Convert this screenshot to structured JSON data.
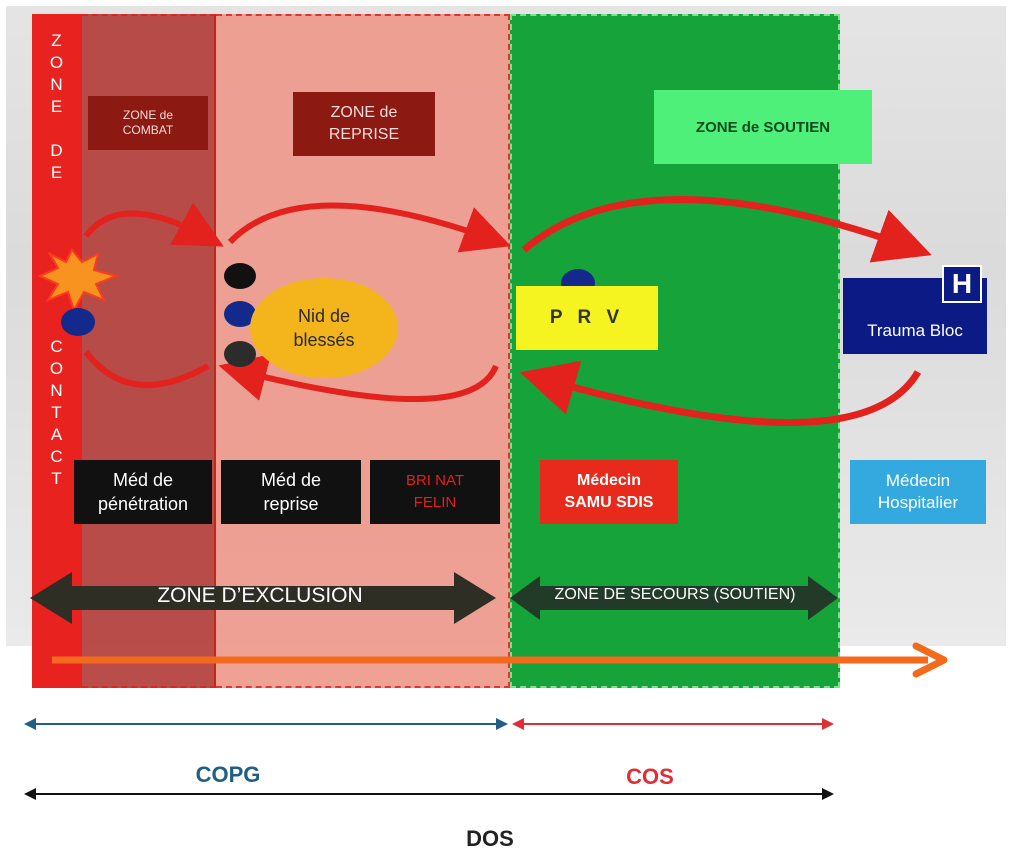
{
  "zones": {
    "contact_vertical": {
      "top": [
        "Z",
        "O",
        "N",
        "E"
      ],
      "middle": [
        "D",
        "E"
      ],
      "bottom": [
        "C",
        "O",
        "N",
        "T",
        "A",
        "C",
        "T"
      ]
    },
    "combat_label": "ZONE de\nCOMBAT",
    "reprise_label": "ZONE de\nREPRISE",
    "soutien_label": "ZONE de SOUTIEN"
  },
  "nodes": {
    "nid": "Nid de\nblessés",
    "prv": "P R V",
    "trauma": "Trauma Bloc",
    "hospital_icon": "H"
  },
  "roles": {
    "med_penetration": "Méd de\npénétration",
    "med_reprise": "Méd de\nreprise",
    "bri_nat": "BRI NAT\nFELIN",
    "samu": "Médecin\nSAMU SDIS",
    "hospitalier": "Médecin\nHospitalier"
  },
  "arrows": {
    "exclusion": "ZONE D’EXCLUSION",
    "secours": "ZONE DE SECOURS (SOUTIEN)"
  },
  "command": {
    "copg": "COPG",
    "cos": "COS",
    "dos": "DOS"
  },
  "colors": {
    "contact_red": "#e8231f",
    "combat_red": "#b4403c",
    "reprise_pink": "#ee9a8c",
    "soutien_green": "#16a33a",
    "flow_red": "#e3211d",
    "orange_arrow": "#f46a1c",
    "copg_blue": "#1f5f86",
    "cos_red": "#e12d35"
  }
}
